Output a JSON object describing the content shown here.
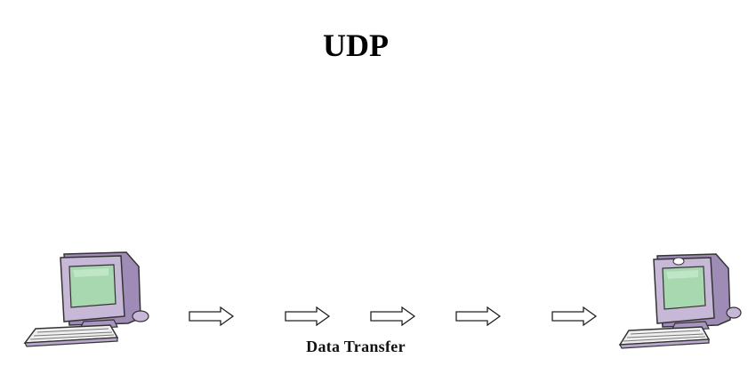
{
  "diagram": {
    "title": "UDP",
    "caption": "Data Transfer",
    "nodes": [
      {
        "name": "sender-computer",
        "icon": "computer-icon"
      },
      {
        "name": "receiver-computer",
        "icon": "computer-icon"
      }
    ],
    "arrows": [
      {
        "direction": "right"
      },
      {
        "direction": "right"
      },
      {
        "direction": "right"
      },
      {
        "direction": "right"
      },
      {
        "direction": "right"
      }
    ],
    "colors": {
      "monitor_body": "#c8b8d8",
      "monitor_shadow": "#9e8cb6",
      "screen": "#a8d8b0",
      "outline": "#333333"
    }
  }
}
